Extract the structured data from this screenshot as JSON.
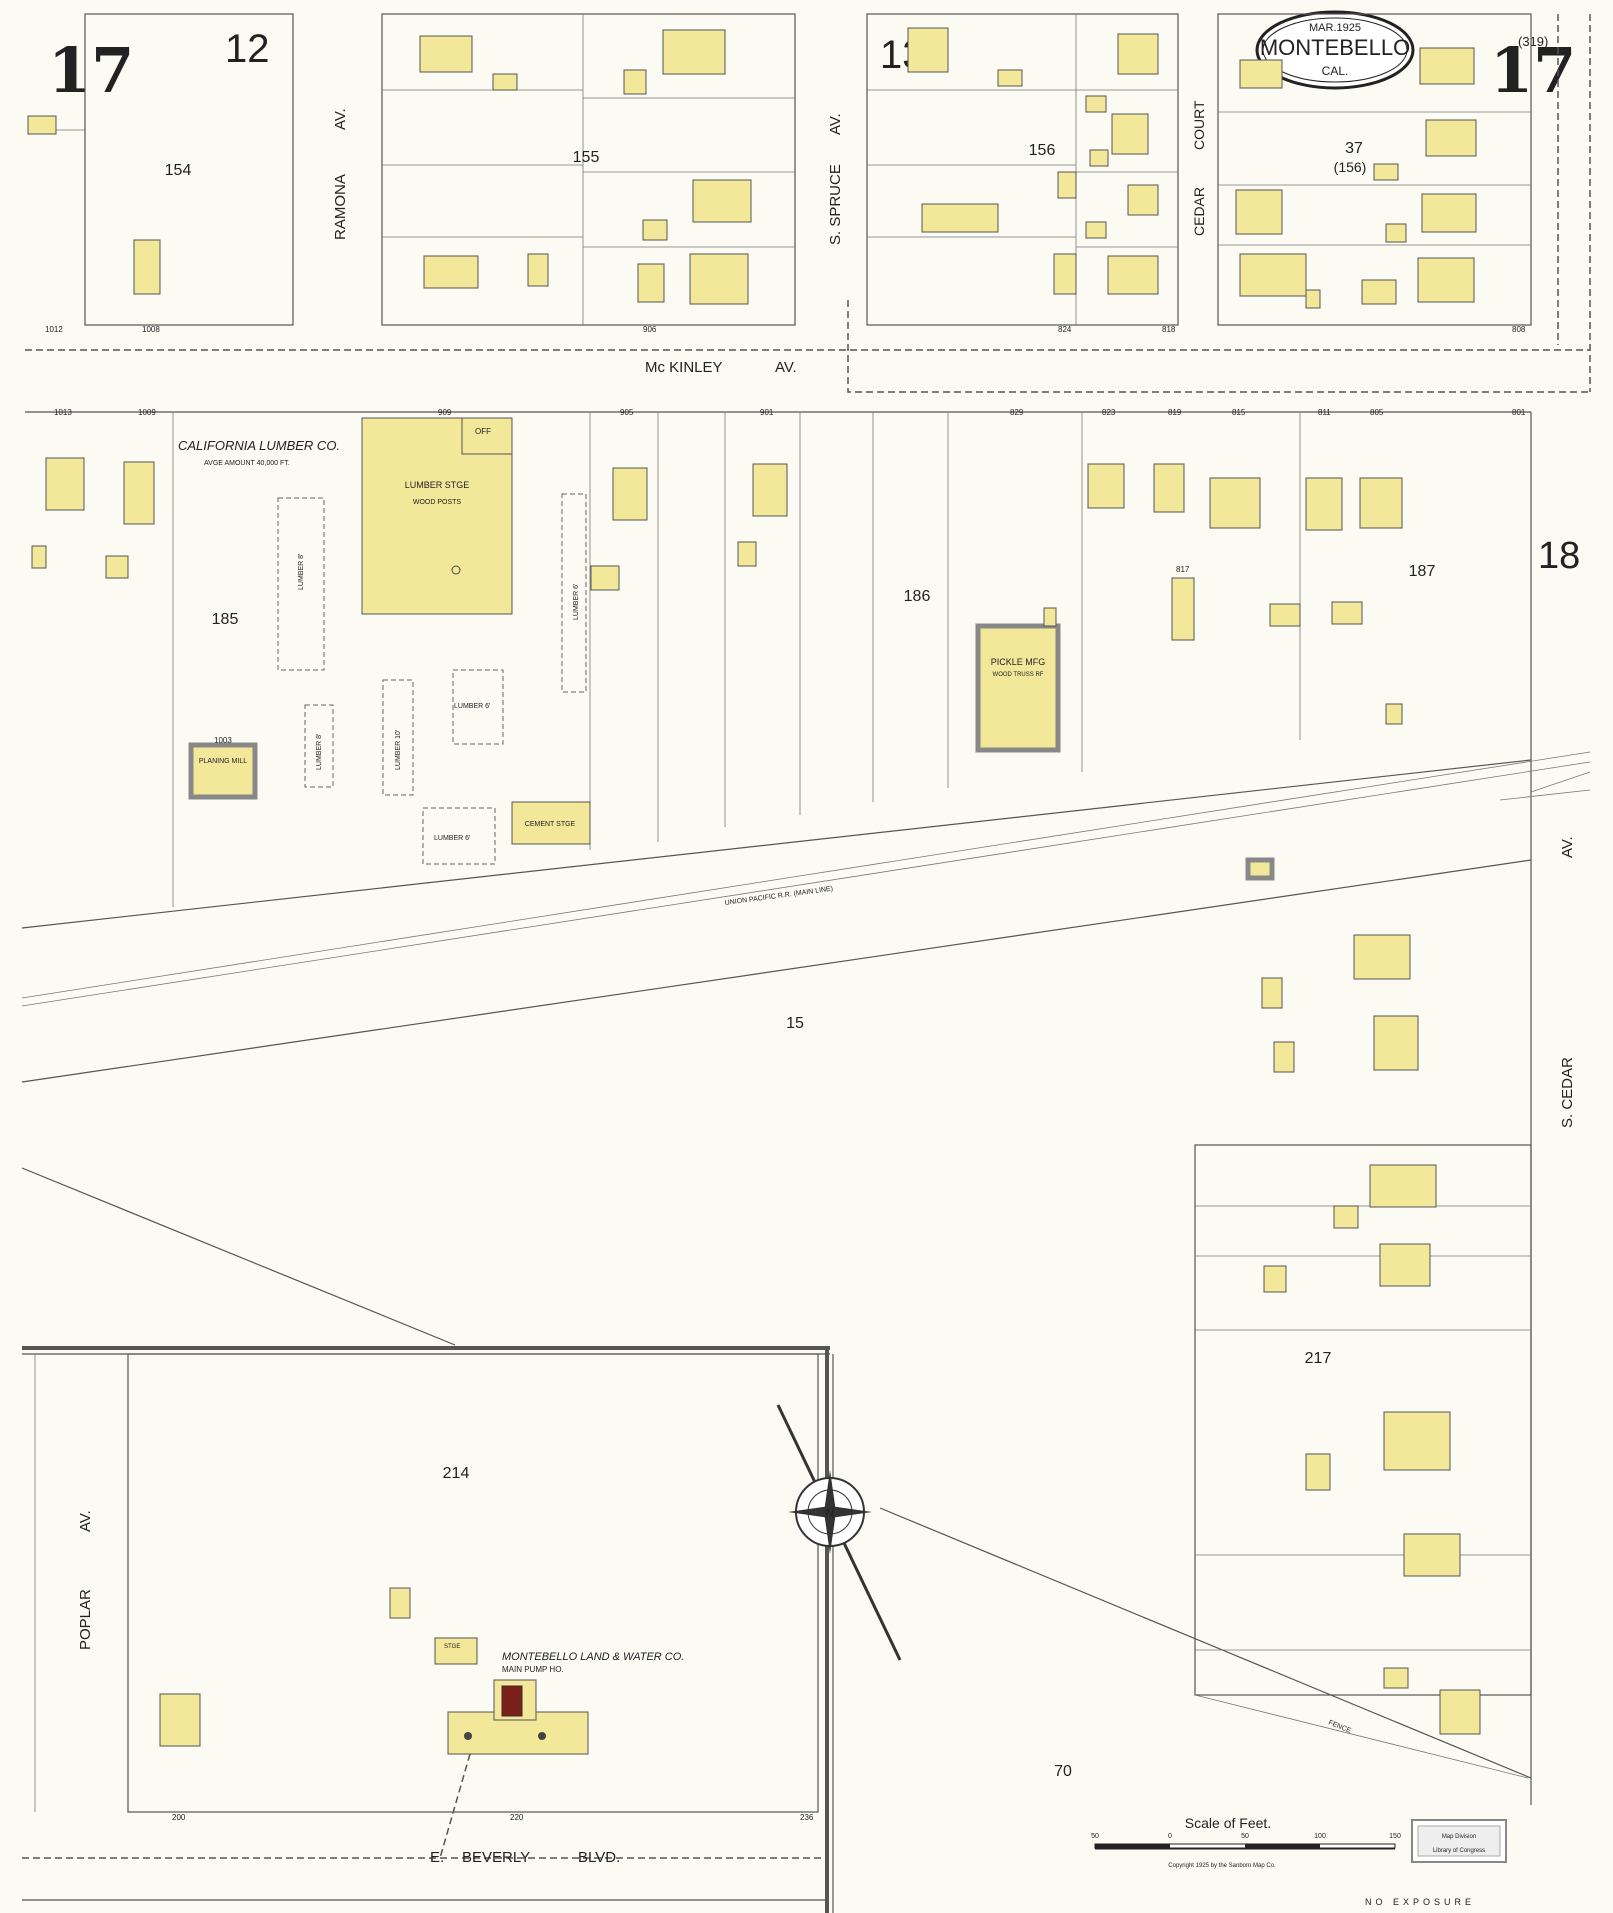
{
  "sheet": {
    "number_left": "17",
    "number_right": "17",
    "sheet_ref": "(319)"
  },
  "title_cartouche": {
    "date": "MAR.1925",
    "city": "MONTEBELLO",
    "state": "CAL."
  },
  "sheet_refs": [
    "12",
    "13",
    "18"
  ],
  "blocks": [
    "154",
    "155",
    "156",
    "37",
    "(156)",
    "185",
    "186",
    "187",
    "15",
    "214",
    "217",
    "70"
  ],
  "streets": {
    "ramona": "RAMONA",
    "ramona_av": "AV.",
    "spruce": "S. SPRUCE",
    "spruce_av": "AV.",
    "cedar_court_1": "CEDAR",
    "cedar_court_2": "COURT",
    "mckinley": "Mc KINLEY",
    "mckinley_av": "AV.",
    "poplar": "POPLAR",
    "poplar_av": "AV.",
    "s_cedar": "S. CEDAR",
    "s_cedar_av": "AV.",
    "beverly_e": "E.",
    "beverly_1": "BEVERLY",
    "beverly_2": "BLVD."
  },
  "businesses": {
    "lumber_co": "CALIFORNIA LUMBER CO.",
    "lumber_avge": "AVGE AMOUNT 40,000 FT.",
    "lumber_stge": "LUMBER STGE",
    "wood_posts": "WOOD POSTS",
    "off": "OFF",
    "planing_mill": "PLANING MILL",
    "pickle": "PICKLE MFG",
    "pickle_sub": "WOOD TRUSS RF",
    "cement": "CEMENT STGE",
    "water_co": "MONTEBELLO LAND & WATER CO.",
    "pump": "MAIN PUMP HO.",
    "stge": "STGE",
    "railroad": "UNION PACIFIC R.R. (MAIN LINE)",
    "lumber_8a": "LUMBER 8'",
    "lumber_8b": "LUMBER 8'",
    "lumber_10": "LUMBER 10'",
    "lumber_6a": "LUMBER 6'",
    "lumber_6b": "LUMBER 6'",
    "lumber_6c": "LUMBER 6'"
  },
  "addresses": [
    "1012",
    "1008",
    "906",
    "824",
    "818",
    "808",
    "1013",
    "1009",
    "909",
    "905",
    "901",
    "829",
    "823",
    "819",
    "815",
    "811",
    "805",
    "801",
    "1003",
    "817",
    "200",
    "220",
    "236"
  ],
  "scale": {
    "title": "Scale of Feet.",
    "ticks": [
      "50",
      "0",
      "50",
      "100",
      "150"
    ],
    "copyright": "Copyright 1925 by the Sanborn Map Co."
  },
  "misc": {
    "fence": "FENCE",
    "exposure": "NO EXPOSURE",
    "stamp_1": "Map Division",
    "stamp_2": "Library of Congress"
  }
}
